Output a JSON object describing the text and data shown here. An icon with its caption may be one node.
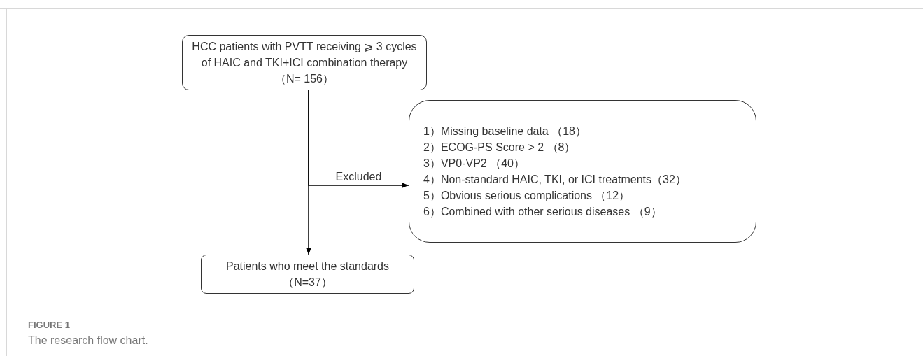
{
  "diagram": {
    "caption": "The research flow chart.",
    "nodes": [
      {
        "text": [
          "HCC patients with PVTT receiving ⩾ 3 cycles of HAIC and TKI+ICI combination therapy （N= 156）"
        ]
      },
      {
        "text": [
          "1）Missing baseline data （18）",
          "2）ECOG-PS Score > 2 （8）",
          "3）VP0-VP2 （40）",
          "4）Non-standard HAIC, TKI, or ICI treatments（32）",
          "5）Obvious serious complications （12）",
          "6）Combined with other serious diseases （9）"
        ]
      },
      {
        "text": [
          "Patients who meet the standards （N=37）"
        ]
      }
    ],
    "edges": [
      {
        "from": 0,
        "to": 2,
        "arrow": "to"
      },
      {
        "from": 0,
        "to": 1,
        "arrow": "to",
        "label": "Excluded"
      }
    ],
    "labels": [
      "FIGURE 1"
    ]
  }
}
